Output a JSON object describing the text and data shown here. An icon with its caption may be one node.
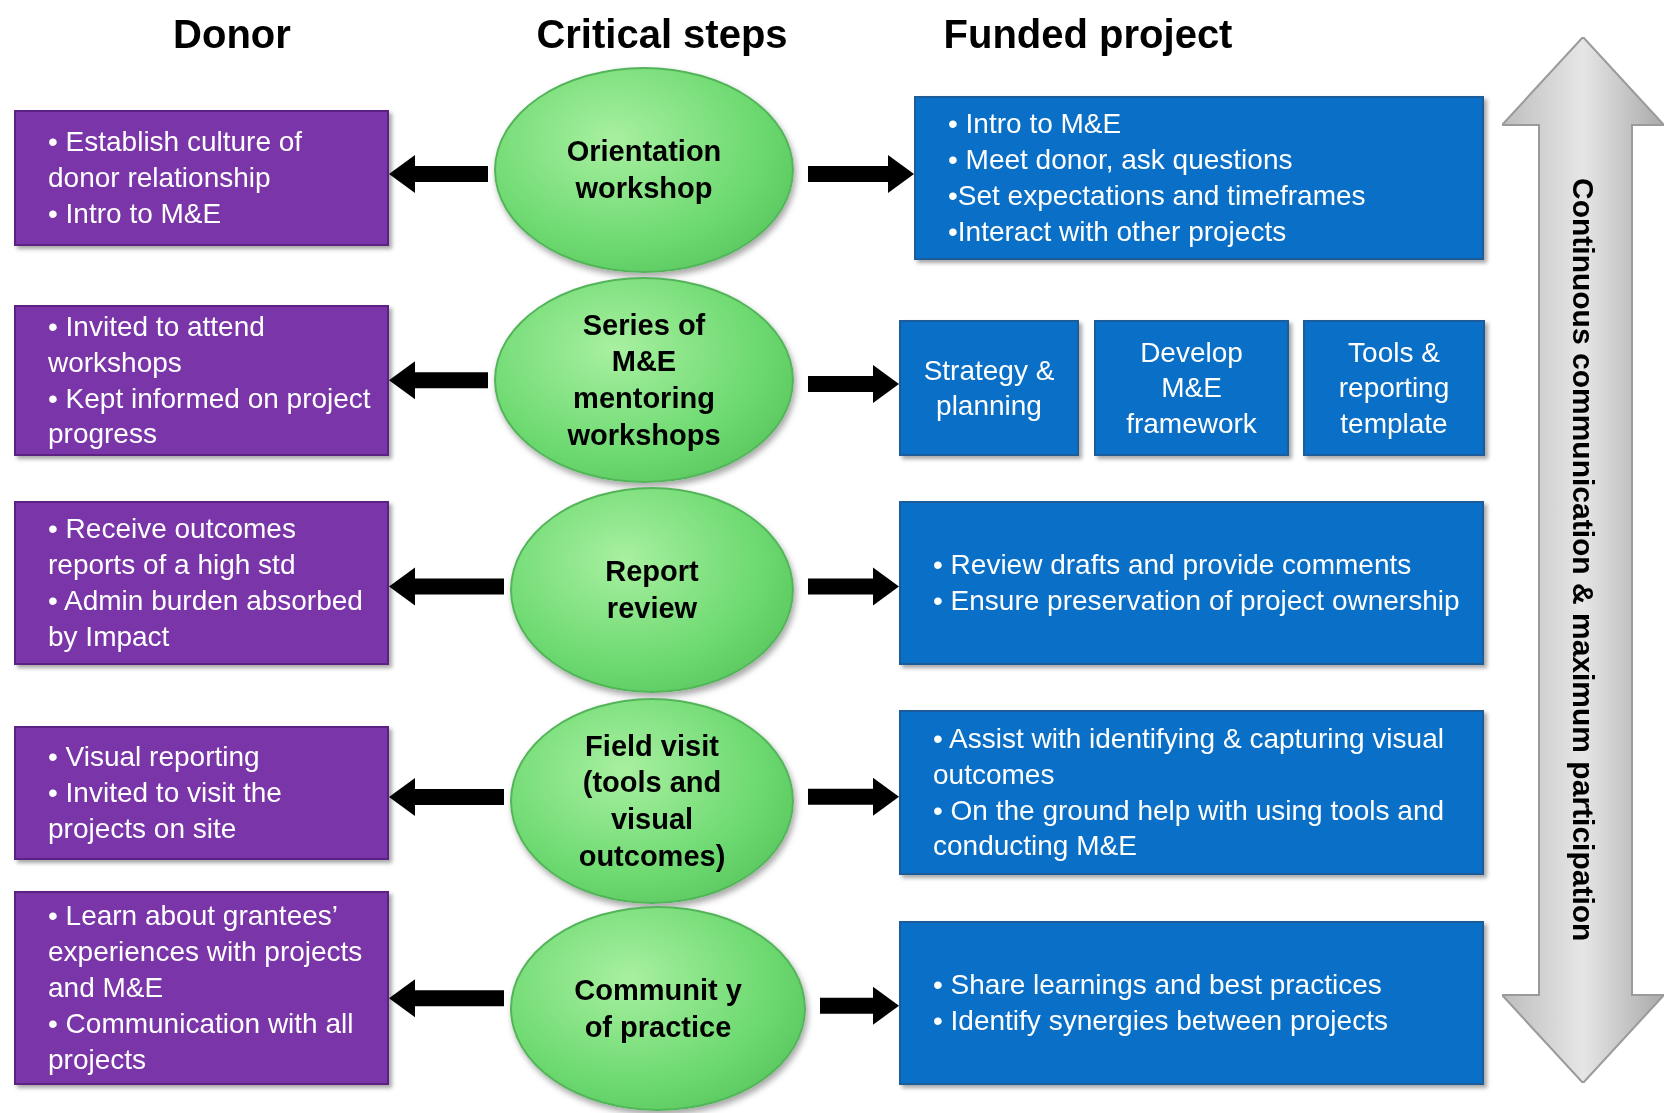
{
  "diagram": {
    "nodes": [
      {
        "text": [
          "• Establish culture of donor relationship",
          "• Intro to M&E"
        ]
      },
      {
        "text": [
          "Orientation workshop"
        ]
      },
      {
        "text": [
          "• Intro to M&E",
          "• Meet donor, ask questions",
          "•Set expectations and timeframes",
          "•Interact with other projects"
        ]
      },
      {
        "text": [
          "• Invited to attend workshops",
          "• Kept informed on project progress"
        ]
      },
      {
        "text": [
          "Series of M&E mentoring workshops"
        ]
      },
      {
        "text": [
          "Strategy & planning"
        ]
      },
      {
        "text": [
          "Develop M&E framework"
        ]
      },
      {
        "text": [
          "Tools & reporting template"
        ]
      },
      {
        "text": [
          "• Receive outcomes reports of a high std",
          "• Admin burden absorbed by Impact"
        ]
      },
      {
        "text": [
          "Report review"
        ]
      },
      {
        "text": [
          "• Review drafts and provide comments",
          "• Ensure preservation of project ownership"
        ]
      },
      {
        "text": [
          "• Visual reporting",
          "• Invited to visit the projects on site"
        ]
      },
      {
        "text": [
          "Field visit (tools and visual outcomes)"
        ]
      },
      {
        "text": [
          "• Assist with identifying & capturing visual outcomes",
          "• On the ground help with using tools and conducting M&E"
        ]
      },
      {
        "text": [
          "• Learn about grantees’ experiences with projects and M&E",
          "• Communication with all projects"
        ]
      },
      {
        "text": [
          "Communit y of practice"
        ]
      },
      {
        "text": [
          "• Share learnings and best practices",
          "• Identify synergies between projects"
        ]
      },
      {
        "text": [
          "Continuous communication & maximum participation"
        ]
      }
    ],
    "edges": [
      {
        "from": 1,
        "to": 0,
        "arrow": "to"
      },
      {
        "from": 1,
        "to": 2,
        "arrow": "to"
      },
      {
        "from": 4,
        "to": 3,
        "arrow": "to"
      },
      {
        "from": 4,
        "to": 5,
        "arrow": "to"
      },
      {
        "from": 9,
        "to": 8,
        "arrow": "to"
      },
      {
        "from": 9,
        "to": 10,
        "arrow": "to"
      },
      {
        "from": 12,
        "to": 11,
        "arrow": "to"
      },
      {
        "from": 12,
        "to": 13,
        "arrow": "to"
      },
      {
        "from": 15,
        "to": 14,
        "arrow": "to"
      },
      {
        "from": 15,
        "to": 16,
        "arrow": "to"
      }
    ],
    "labels": [
      "Donor",
      "Critical steps",
      "Funded project"
    ]
  }
}
